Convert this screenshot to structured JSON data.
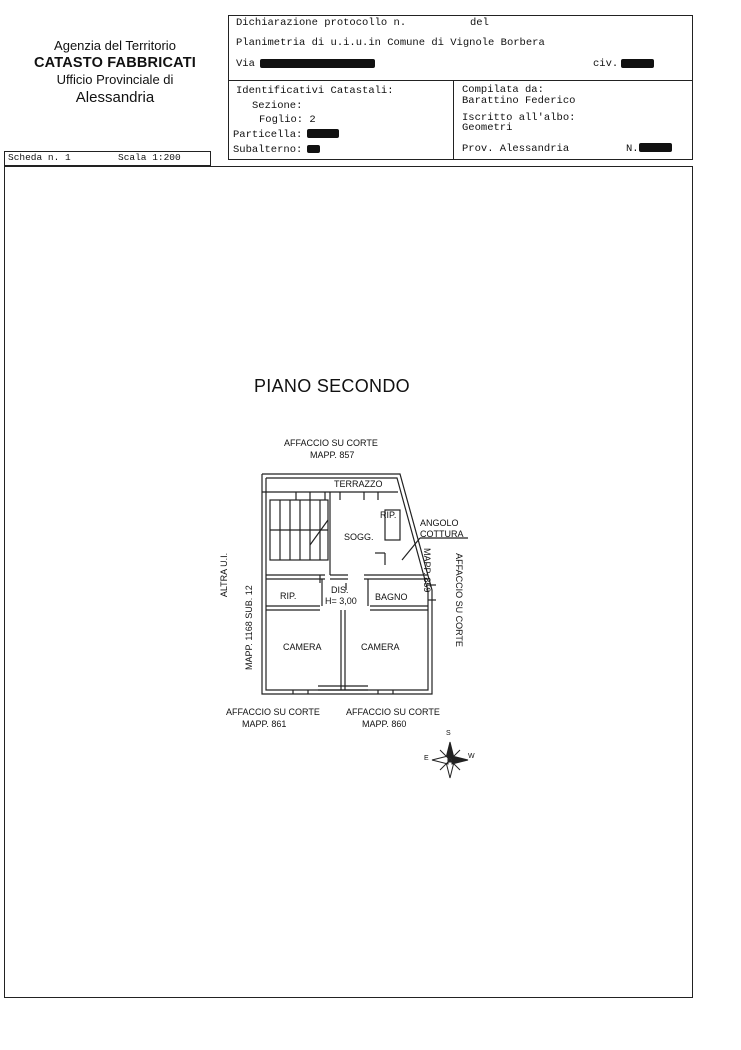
{
  "agency": {
    "line1": "Agenzia del Territorio",
    "line2": "CATASTO FABBRICATI",
    "line3": "Ufficio Provinciale di",
    "line4": "Alessandria"
  },
  "header": {
    "dichiarazione_label": "Dichiarazione protocollo n.",
    "del_label": "del",
    "planimetria": "Planimetria di u.i.u.in Comune di Vignole Borbera",
    "via_label": "Via",
    "civ_label": "civ."
  },
  "identificativi": {
    "title": "Identificativi Catastali:",
    "sezione": "Sezione:",
    "foglio": "Foglio: 2",
    "particella": "Particella:",
    "subalterno": "Subalterno:"
  },
  "compilata": {
    "label": "Compilata da:",
    "name": "Barattino Federico",
    "iscritto_label": "Iscritto all'albo:",
    "albo": "Geometri",
    "prov": "Prov. Alessandria",
    "n_label": "N."
  },
  "scheda": {
    "scheda": "Scheda n. 1",
    "scala": "Scala 1:200"
  },
  "plan": {
    "title": "PIANO SECONDO",
    "top_affaccio": "AFFACCIO SU  CORTE",
    "top_mapp": "MAPP. 857",
    "terrazzo": "TERRAZZO",
    "rip_top": "RIP.",
    "sogg": "SOGG.",
    "angolo": "ANGOLO",
    "cottura": "COTTURA",
    "dis": "DIS.",
    "height": "H= 3,00",
    "rip_left": "RIP.",
    "bagno": "BAGNO",
    "camera_left": "CAMERA",
    "camera_right": "CAMERA",
    "left_side_1": "ALTRA U.I.",
    "left_side_2": "MAPP. 1168 SUB. 12",
    "right_side_1": "AFFACCIO SU  CORTE",
    "right_side_2": "MAPP. 859",
    "bottom_left_1": "AFFACCIO SU  CORTE",
    "bottom_left_2": "MAPP. 861",
    "bottom_right_1": "AFFACCIO SU  CORTE",
    "bottom_right_2": "MAPP. 860"
  },
  "compass": {
    "s": "S",
    "e": "E",
    "w": "W"
  }
}
